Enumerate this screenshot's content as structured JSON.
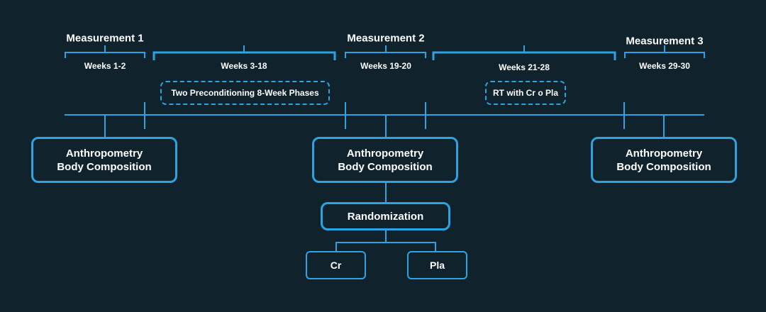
{
  "colors": {
    "background": "#10222c",
    "accent": "#2ea3e2",
    "text": "#ffffff"
  },
  "measurements": [
    "Measurement 1",
    "Measurement 2",
    "Measurement 3"
  ],
  "periods": [
    "Weeks 1-2",
    "Weeks 3-18",
    "Weeks 19-20",
    "Weeks 21-28",
    "Weeks 29-30"
  ],
  "phases": [
    "Two Preconditioning 8-Week Phases",
    "RT with Cr o Pla"
  ],
  "assessment": {
    "line1": "Anthropometry",
    "line2": "Body Composition"
  },
  "randomization": "Randomization",
  "groups": [
    "Cr",
    "Pla"
  ]
}
